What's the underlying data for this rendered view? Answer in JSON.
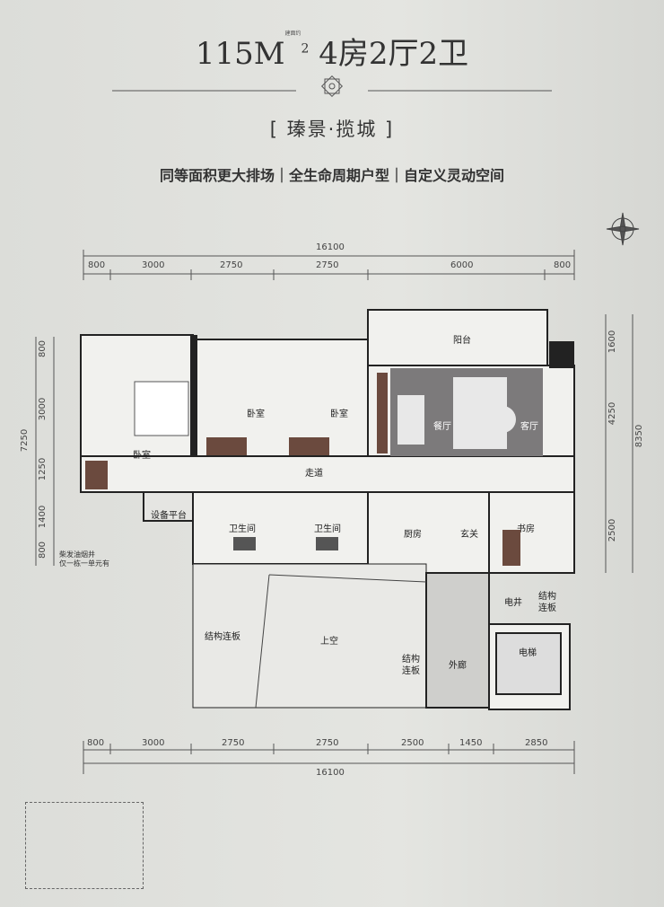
{
  "header": {
    "area": "115M",
    "area_sup": "2",
    "area_note": "建面约",
    "layout": "4房2厅2卫",
    "project": "[ 瑧景·揽城 ]",
    "slogan": "同等面积更大排场｜全生命周期户型｜自定义灵动空间"
  },
  "dims_top": {
    "total": "16100",
    "segments": [
      "800",
      "3000",
      "2750",
      "2750",
      "6000",
      "800"
    ]
  },
  "dims_bottom": {
    "total": "16100",
    "segments": [
      "800",
      "3000",
      "2750",
      "2750",
      "2500",
      "1450",
      "2850"
    ]
  },
  "dims_left": {
    "total": "7250",
    "segments": [
      "800",
      "3000",
      "1250",
      "1400",
      "800"
    ]
  },
  "dims_right": {
    "total": "8350",
    "segments": [
      "1600",
      "4250",
      "2500"
    ]
  },
  "rooms": {
    "bed1": "卧室",
    "bed2": "卧室",
    "bed3": "卧室",
    "balcony": "阳台",
    "dining": "餐厅",
    "living": "客厅",
    "corridor": "走道",
    "equipment": "设备平台",
    "bath1": "卫生间",
    "bath2": "卫生间",
    "kitchen": "厨房",
    "entry": "玄关",
    "study": "书房",
    "shaft": "电井",
    "struct1": "结构连板",
    "struct2": "结构连板",
    "struct3": "结构连板",
    "void": "上空",
    "outer_corridor": "外廊",
    "elevator": "电梯"
  },
  "notes": {
    "chimney": "柴发油烟井",
    "chimney2": "仅一栋一单元有"
  }
}
